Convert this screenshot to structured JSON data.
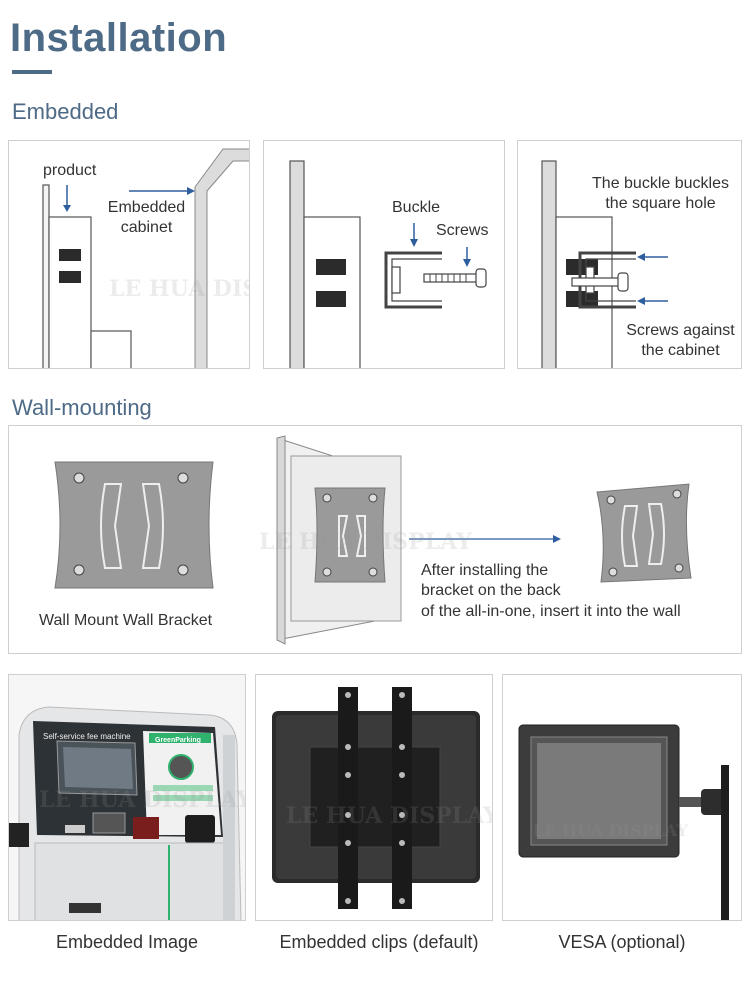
{
  "header": {
    "title": "Installation"
  },
  "sections": {
    "embedded": {
      "label": "Embedded",
      "panel1": {
        "product": "product",
        "cabinet_line1": "Embedded",
        "cabinet_line2": "cabinet"
      },
      "panel2": {
        "buckle": "Buckle",
        "screws": "Screws"
      },
      "panel3": {
        "buckle_line1": "The buckle buckles",
        "buckle_line2": "the square hole",
        "screws_line1": "Screws against",
        "screws_line2": "the cabinet"
      }
    },
    "wall_mounting": {
      "label": "Wall-mounting",
      "bracket_caption": "Wall Mount Wall Bracket",
      "after_line1": "After installing the",
      "after_line2": "bracket on the back",
      "after_line3": "of the all-in-one, insert it into the wall"
    },
    "photos": {
      "items": [
        {
          "caption": "Embedded Image",
          "screen_title": "Self-service fee machine",
          "brand": "GreenParking"
        },
        {
          "caption": "Embedded clips (default)"
        },
        {
          "caption": "VESA (optional)"
        }
      ]
    }
  },
  "watermark": "LE HUA DISPLAY",
  "colors": {
    "title": "#4d6a86",
    "arrow": "#2e5e9e",
    "panel_border": "#cfcfcf",
    "bracket": "#9a9a9a"
  }
}
